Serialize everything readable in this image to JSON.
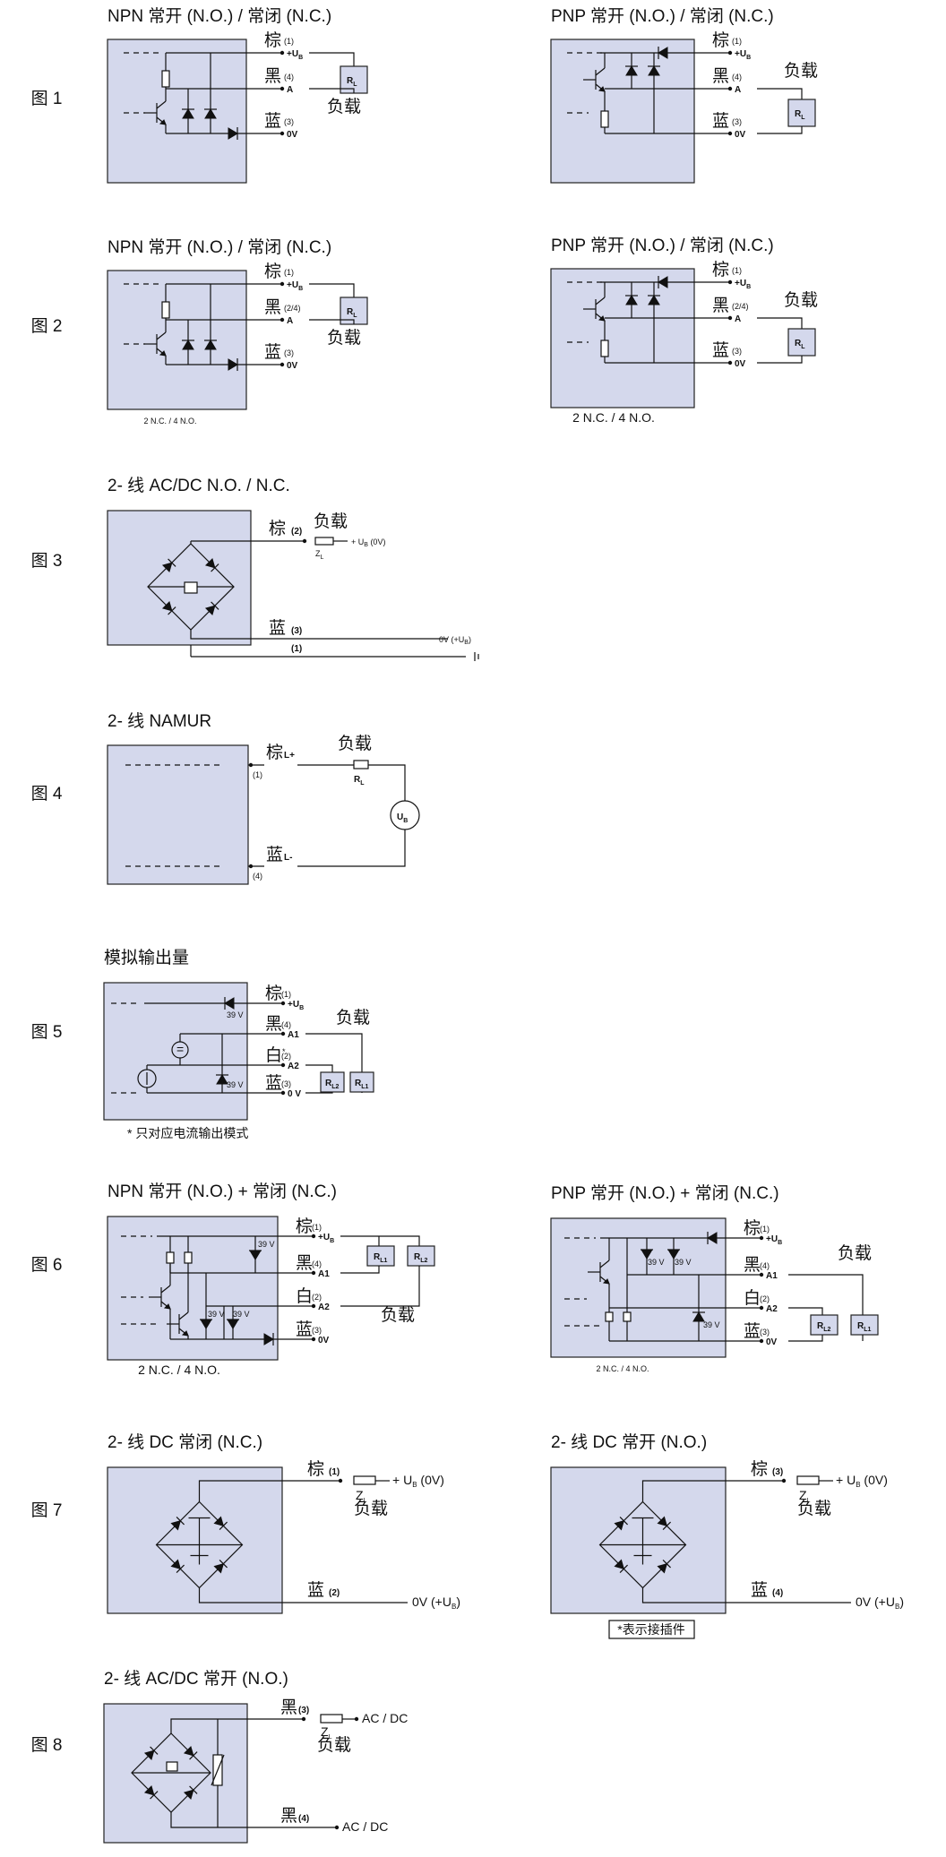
{
  "colors": {
    "module_fill": "#d4d8ec",
    "line": "#111111",
    "background": "#ffffff"
  },
  "wire_colors": {
    "brown": "棕",
    "black": "黑",
    "blue": "蓝",
    "white": "白"
  },
  "figures": [
    {
      "id": "fig1",
      "label": "图 1",
      "left": {
        "title": "NPN 常开 (N.O.) / 常闭 (N.C.)",
        "wires": [
          {
            "color": "棕",
            "pin": "(1)",
            "term": "+U",
            "sub": "B"
          },
          {
            "color": "黑",
            "pin": "(4)",
            "term": "A"
          },
          {
            "color": "蓝",
            "pin": "(3)",
            "term": "0V"
          }
        ],
        "load": "负载",
        "r": "R",
        "r_sub": "L"
      },
      "right": {
        "title": "PNP 常开 (N.O.) / 常闭 (N.C.)",
        "wires": [
          {
            "color": "棕",
            "pin": "(1)",
            "term": "+U",
            "sub": "B"
          },
          {
            "color": "黑",
            "pin": "(4)",
            "term": "A"
          },
          {
            "color": "蓝",
            "pin": "(3)",
            "term": "0V"
          }
        ],
        "load": "负载",
        "r": "R",
        "r_sub": "L"
      }
    },
    {
      "id": "fig2",
      "label": "图 2",
      "left": {
        "title": "NPN 常开 (N.O.) / 常闭 (N.C.)",
        "wires": [
          {
            "color": "棕",
            "pin": "(1)",
            "term": "+U",
            "sub": "B"
          },
          {
            "color": "黑",
            "pin": "(2/4)",
            "term": "A"
          },
          {
            "color": "蓝",
            "pin": "(3)",
            "term": "0V"
          }
        ],
        "load": "负载",
        "r": "R",
        "r_sub": "L",
        "note": "2 N.C. / 4 N.O."
      },
      "right": {
        "title": "PNP 常开 (N.O.) / 常闭 (N.C.)",
        "wires": [
          {
            "color": "棕",
            "pin": "(1)",
            "term": "+U",
            "sub": "B"
          },
          {
            "color": "黑",
            "pin": "(2/4)",
            "term": "A"
          },
          {
            "color": "蓝",
            "pin": "(3)",
            "term": "0V"
          }
        ],
        "load": "负载",
        "r": "R",
        "r_sub": "L",
        "note": "2 N.C. / 4 N.O."
      }
    },
    {
      "id": "fig3",
      "label": "图 3",
      "title": "2- 线 AC/DC N.O. / N.C.",
      "brown": "棕",
      "brown_pin": "(2)",
      "blue": "蓝",
      "blue_pin": "(3)",
      "ground_pin": "(1)",
      "load": "负载",
      "z": "Z",
      "z_sub": "L",
      "top_term": "+ U",
      "top_sub": "B",
      "top_tail": " (0V)",
      "bottom_term": "0V (+U",
      "bottom_sub": "B",
      "bottom_tail": ")"
    },
    {
      "id": "fig4",
      "label": "图 4",
      "title": "2- 线 NAMUR",
      "brown": "棕",
      "brown_sign": "L+",
      "brown_pin": "(1)",
      "blue": "蓝",
      "blue_sign": "L-",
      "blue_pin": "(4)",
      "load": "负载",
      "r": "R",
      "r_sub": "L",
      "source": "U",
      "source_sub": "B"
    },
    {
      "id": "fig5",
      "label": "图 5",
      "title": "模拟输出量",
      "wires": [
        {
          "color": "棕",
          "pin": "(1)",
          "term": "+U",
          "sub": "B"
        },
        {
          "color": "黑",
          "pin": "(4)",
          "term": "A1"
        },
        {
          "color": "白",
          "pin": "(2)",
          "term": "A2"
        },
        {
          "color": "蓝",
          "pin": "(3)",
          "term": "0 V"
        }
      ],
      "white_mark": "*",
      "zener": "39 V",
      "load": "负载",
      "r1": "R",
      "r1_sub": "L1",
      "r2": "R",
      "r2_sub": "L2",
      "footnote": "* 只对应电流输出模式"
    },
    {
      "id": "fig6",
      "label": "图 6",
      "left": {
        "title": "NPN 常开 (N.O.) + 常闭 (N.C.)",
        "wires": [
          {
            "color": "棕",
            "pin": "(1)",
            "term": "+U",
            "sub": "B"
          },
          {
            "color": "黑",
            "pin": "(4)",
            "term": "A1"
          },
          {
            "color": "白",
            "pin": "(2)",
            "term": "A2"
          },
          {
            "color": "蓝",
            "pin": "(3)",
            "term": "0V"
          }
        ],
        "zener": "39 V",
        "load": "负载",
        "r1": "R",
        "r1_sub": "L1",
        "r2": "R",
        "r2_sub": "L2",
        "note": "2 N.C. / 4 N.O."
      },
      "right": {
        "title": "PNP 常开 (N.O.) + 常闭 (N.C.)",
        "wires": [
          {
            "color": "棕",
            "pin": "(1)",
            "term": "+U",
            "sub": "B"
          },
          {
            "color": "黑",
            "pin": "(4)",
            "term": "A1"
          },
          {
            "color": "白",
            "pin": "(2)",
            "term": "A2"
          },
          {
            "color": "蓝",
            "pin": "(3)",
            "term": "0V"
          }
        ],
        "zener": "39 V",
        "load": "负载",
        "r1": "R",
        "r1_sub": "L1",
        "r2": "R",
        "r2_sub": "L2",
        "note": "2 N.C. / 4 N.O."
      }
    },
    {
      "id": "fig7",
      "label": "图 7",
      "left": {
        "title": "2- 线 DC 常闭 (N.C.)",
        "brown": "棕",
        "brown_pin": "(1)",
        "blue": "蓝",
        "blue_pin": "(2)",
        "load": "负载",
        "z": "Z",
        "z_sub": "L",
        "top_term": "+ U",
        "top_sub": "B",
        "top_tail": " (0V)",
        "bottom_term": "0V (+U",
        "bottom_sub": "B",
        "bottom_tail": ")"
      },
      "right": {
        "title": "2- 线 DC 常开 (N.O.)",
        "brown": "棕",
        "brown_pin": "(3)",
        "blue": "蓝",
        "blue_pin": "(4)",
        "load": "负载",
        "z": "Z",
        "z_sub": "L",
        "top_term": "+ U",
        "top_sub": "B",
        "top_tail": " (0V)",
        "bottom_term": "0V (+U",
        "bottom_sub": "B",
        "bottom_tail": ")",
        "note": "*表示接插件"
      }
    },
    {
      "id": "fig8",
      "label": "图 8",
      "title": "2- 线 AC/DC 常开 (N.O.)",
      "top_color": "黑",
      "top_pin": "(3)",
      "bottom_color": "黑",
      "bottom_pin": "(4)",
      "load": "负载",
      "z": "Z",
      "z_sub": "L",
      "top_term": "AC / DC",
      "bottom_term": "AC / DC"
    }
  ]
}
